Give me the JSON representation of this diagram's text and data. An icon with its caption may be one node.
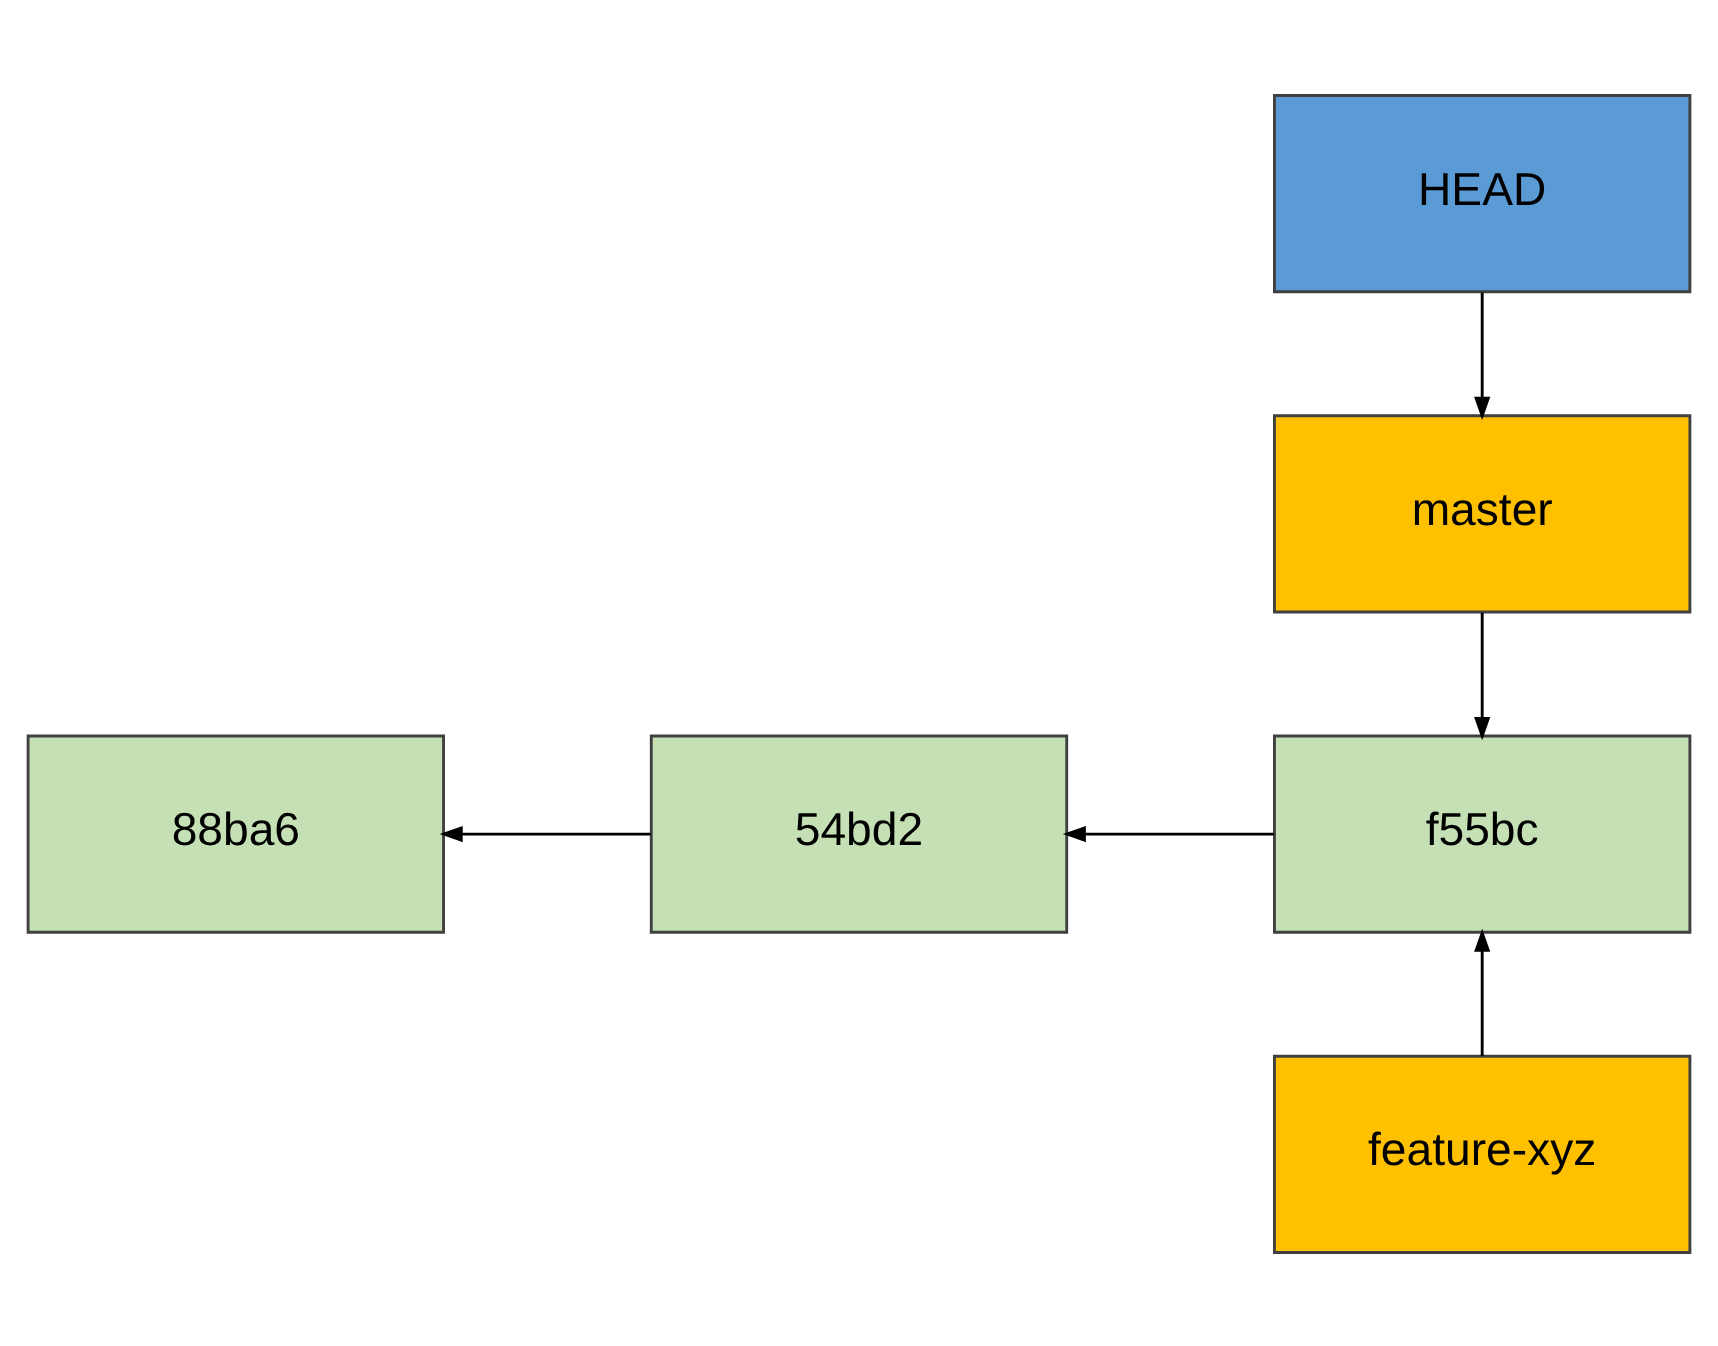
{
  "diagram": {
    "nodes": [
      {
        "text": [
          "HEAD"
        ]
      },
      {
        "text": [
          "master"
        ]
      },
      {
        "text": [
          "88ba6"
        ]
      },
      {
        "text": [
          "54bd2"
        ]
      },
      {
        "text": [
          "f55bc"
        ]
      },
      {
        "text": [
          "feature-xyz"
        ]
      }
    ],
    "edges": [
      {
        "from": 0,
        "to": 1,
        "arrow": "to"
      },
      {
        "from": 1,
        "to": 4,
        "arrow": "to"
      },
      {
        "from": 4,
        "to": 3,
        "arrow": "to"
      },
      {
        "from": 3,
        "to": 2,
        "arrow": "to"
      },
      {
        "from": 5,
        "to": 4,
        "arrow": "to"
      }
    ]
  }
}
